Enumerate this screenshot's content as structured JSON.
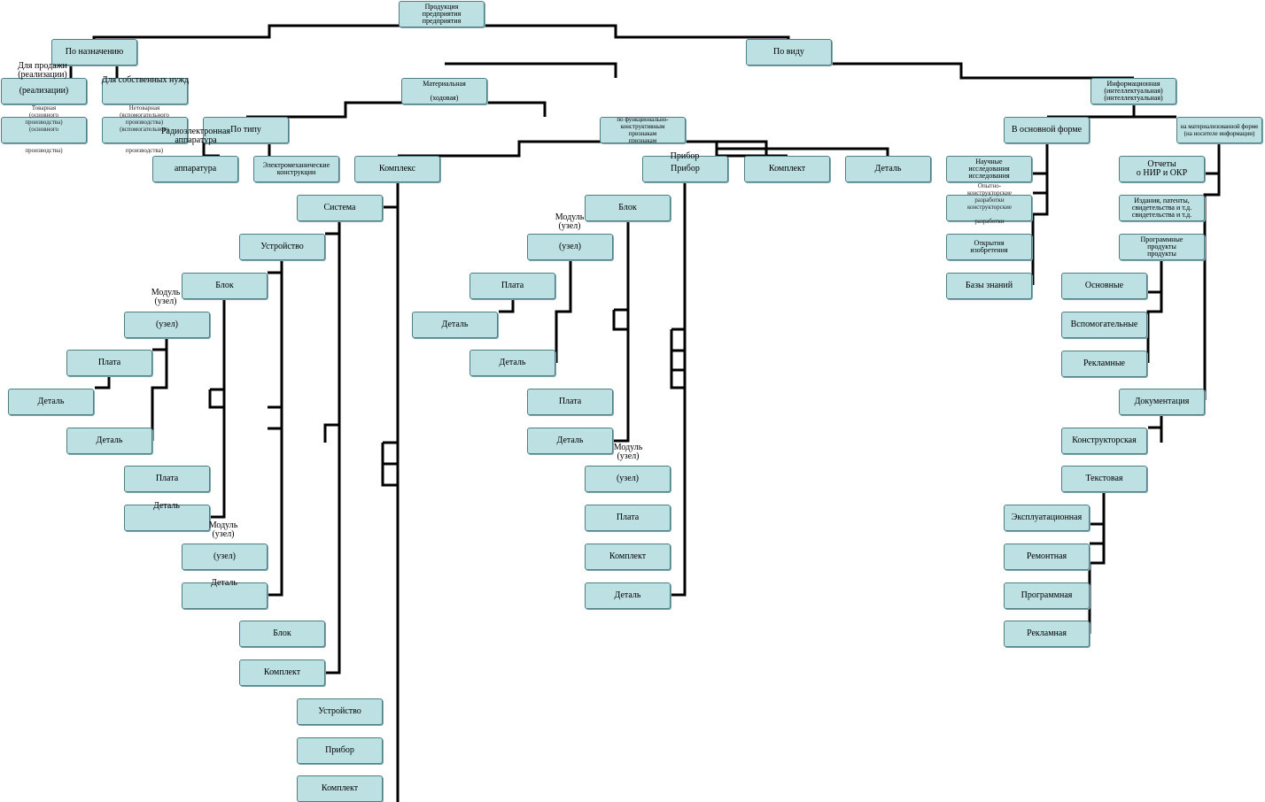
{
  "diagram": {
    "nodes": {
      "root": "Продукция\nпредприятия\nпредприятия",
      "by_purpose": "По назначению",
      "by_kind": "По виду",
      "for_sale": "(реализации)",
      "own_needs": "",
      "commodity_note": "",
      "nontrade_note": "",
      "material": "Материальная\n\n(ходовая)",
      "by_type": "По типу",
      "by_function": "по функционально-\nконструктивным\nпризнакам\nпризнакам",
      "radio": "аппаратура",
      "electromech": "Электромеханические\nконструкции",
      "complex": "Комплекс",
      "device": "Прибор",
      "kit": "Комплект",
      "part": "Деталь",
      "info": "Информационная\n(интеллектуальная)\n(интеллектуальная)",
      "basic_form": "В основной форме",
      "carrier": "на материализованной форме\n(на носителе информации)",
      "research": "Научные\nисследования\nисследования",
      "design_dev": "",
      "discoveries": "Открытия\nизобретения",
      "knowledge": "Базы знаний",
      "reports": "Отчеты\nо НИР и ОКР",
      "publications": "Издания, патенты,\nсвидетельства и т.д.\nсвидетельства и т.д.",
      "software": "Программные\nпродукты\nпродукты",
      "sw_main": "Основные",
      "sw_aux": "Вспомогательные",
      "sw_ads": "Рекламные",
      "documentation": "Документация",
      "doc_design": "Конструкторская",
      "doc_text": "Текстовая",
      "doc_ops": "Эксплуатационная",
      "doc_repair": "Ремонтная",
      "doc_prog": "Программная",
      "doc_ads": "Рекламная",
      "c_system": "Система",
      "c_device_unit": "Устройство",
      "c_block": "Блок",
      "c_module": "(узел)",
      "c_board": "Плата",
      "c_part_a": "Деталь",
      "c_part_b": "Деталь",
      "c_board2": "Плата",
      "c_part2": "",
      "c_module2": "(узел)",
      "c_part3": "",
      "c_block2": "Блок",
      "c_kit": "Комплект",
      "c_unit2": "Устройство",
      "c_device2": "Прибор",
      "c_kit2": "Комплект",
      "p_block": "Блок",
      "p_module": "(узел)",
      "p_board": "Плата",
      "p_part_a": "Деталь",
      "p_part_b": "Деталь",
      "p_board2": "Плата",
      "p_part2": "Деталь",
      "p_module2": "(узел)",
      "p_board3": "Плата",
      "p_kit": "Комплект",
      "p_part3": "Деталь"
    },
    "labels": {
      "for_sale_top": "Для продажи\n(реализации)",
      "own_needs": "Для собственных нужд",
      "commodity": "Товарная\n(основного\nпроизводства)\n(основного\n\n\nпроизводства)",
      "nontrade": "Нетоварная\n(вспомогательного\nпроизводства)\n(вспомогательного\n\n\nпроизводства)",
      "radio_top": "Радиоэлектронная\nаппаратура",
      "device_top": "Прибор",
      "research_design": "Опытно-\nконструкторские\nразработки\nконструкторские\n\nразработки",
      "module_c1": "Модуль\n(узел)",
      "part_c2": "Деталь",
      "module_c2": "Модуль\n(узел)",
      "part_c3": "Деталь",
      "module_p1": "Модуль\n(узел)",
      "module_p2": "Модуль\n(узел)"
    },
    "colors": {
      "node_fill": "#bde0e3",
      "node_border": "#4f7f84",
      "line": "#000000"
    }
  }
}
